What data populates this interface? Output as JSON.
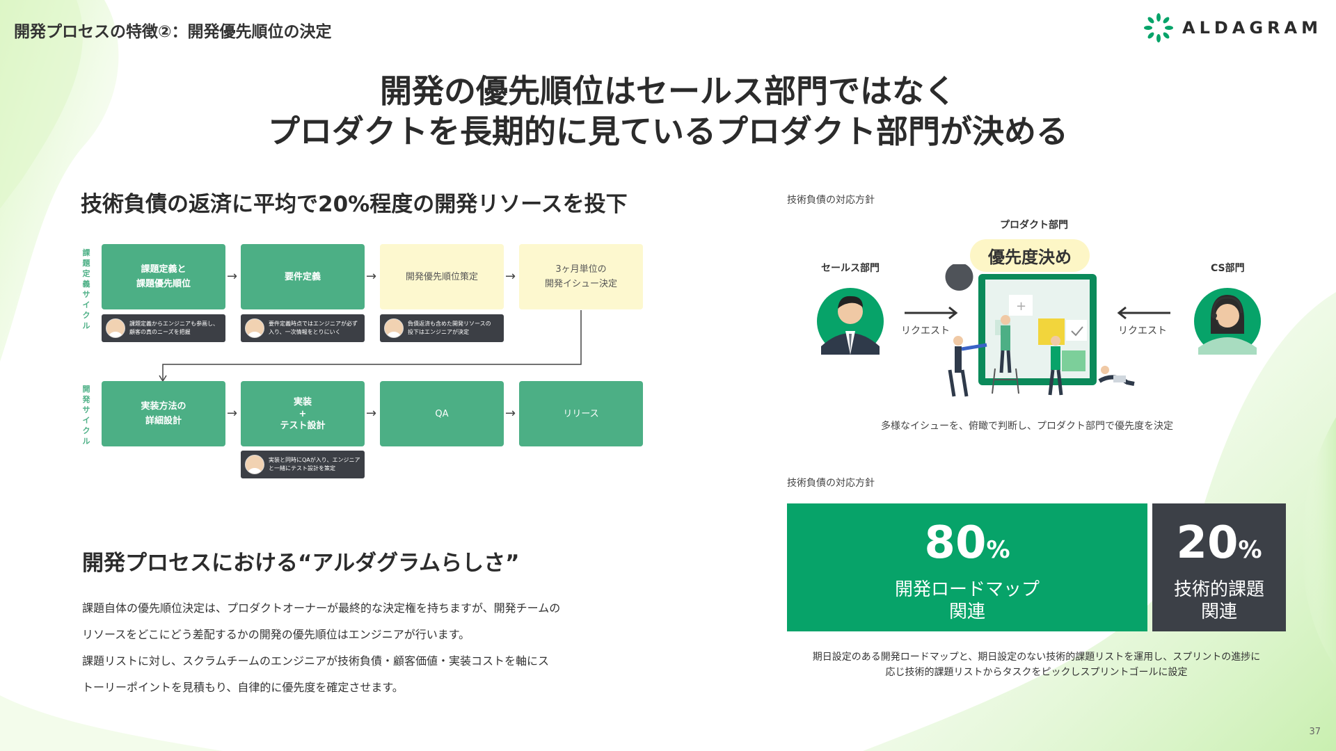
{
  "header": {
    "title": "開発プロセスの特徴②：開発優先順位の決定"
  },
  "logo": {
    "text": "ALDAGRAM",
    "icon": "asterisk-leaf-icon"
  },
  "headline": {
    "line1": "開発の優先順位はセールス部門ではなく",
    "line2": "プロダクトを長期的に見ているプロダクト部門が決める"
  },
  "left": {
    "section_title": "技術負債の返済に平均で20%程度の開発リソースを投下",
    "row1_label": "課題定義サイクル",
    "row2_label": "開発サイクル",
    "row1_boxes": [
      "課題定義と\n課題優先順位",
      "要件定義",
      "開発優先順位策定",
      "3ヶ月単位の\n開発イシュー決定"
    ],
    "row1_notes": [
      "課題定義からエンジニアも参画し、\n顧客の真のニーズを把握",
      "要件定義時点ではエンジニアが必ず\n入り、一次情報をとりにいく",
      "負債返済も含めた開発リソースの\n投下はエンジニアが決定"
    ],
    "row2_boxes": [
      "実装方法の\n詳細設計",
      "実装\n+\nテスト設計",
      "QA",
      "リリース"
    ],
    "row2_note": "実装と同時にQAが入り、エンジニア\nと一緒にテスト設計を策定",
    "section2_title": "開発プロセスにおける“アルダグラムらしさ”",
    "body": [
      "課題自体の優先順位決定は、プロダクトオーナーが最終的な決定権を持ちますが、開発チームの",
      "リソースをどこにどう差配するかの開発の優先順位はエンジニアが行います。",
      "課題リストに対し、スクラムチームのエンジニアが技術負債・顧客価値・実装コストを軸にス",
      "トーリーポイントを見積もり、自律的に優先度を確定させます。"
    ]
  },
  "right": {
    "policy_label_1": "技術負債の対応方針",
    "product_dept": "プロダクト部門",
    "priority_pill": "優先度決め",
    "sales_dept": "セールス部門",
    "cs_dept": "CS部門",
    "request_left": "リクエスト",
    "request_right": "リクエスト",
    "caption": "多様なイシューを、俯瞰で判断し、プロダクト部門で優先度を決定",
    "policy_label_2": "技術負債の対応方針",
    "stat1": {
      "value": "80",
      "unit": "%",
      "label": "開発ロードマップ\n関連"
    },
    "stat2": {
      "value": "20",
      "unit": "%",
      "label": "技術的課題\n関連"
    },
    "footnote": "期日設定のある開発ロードマップと、期日設定のない技術的課題リストを運用し、スプリントの進捗に\n応じ技術的課題リストからタスクをピックしスプリントゴールに設定"
  },
  "page_number": "37",
  "colors": {
    "green": "#4caf85",
    "deep_green": "#07a369",
    "dark": "#3c4047",
    "yellow": "#fdf8cf"
  }
}
